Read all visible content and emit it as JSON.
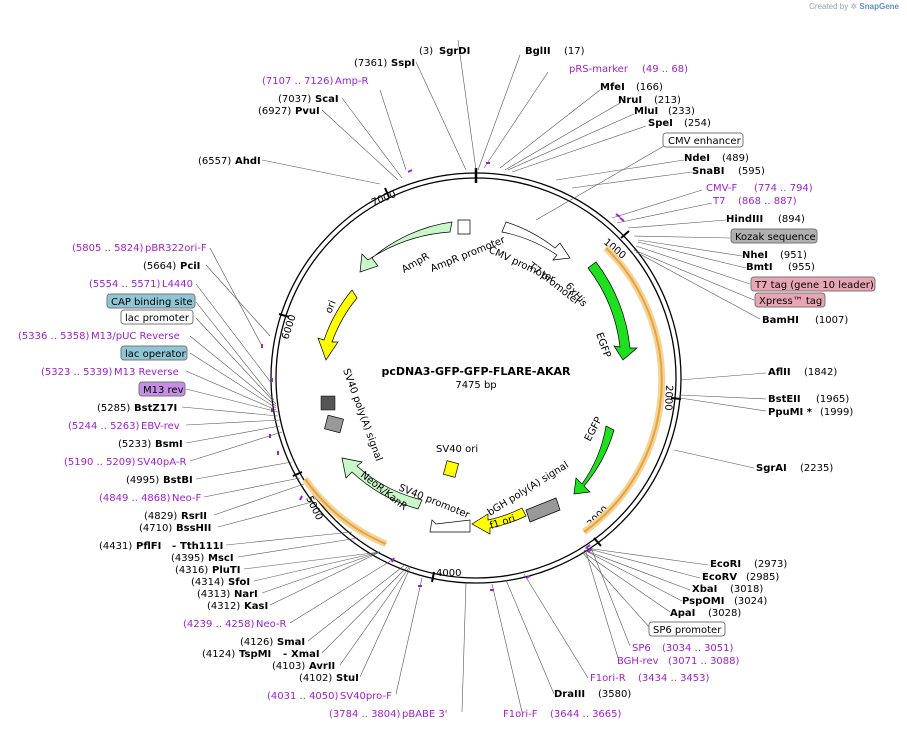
{
  "watermark": {
    "prefix": "Created by",
    "brand": "SnapGene"
  },
  "plasmid": {
    "name": "pcDNA3-GFP-GFP-FLARE-AKAR",
    "size_label": "7475 bp",
    "length": 7475
  },
  "ticks": [
    "1000",
    "2000",
    "3000",
    "4000",
    "5000",
    "6000",
    "7000"
  ],
  "features": [
    {
      "label": "CMV enhancer",
      "box": "#ffffff"
    },
    {
      "label": "Kozak sequence",
      "box": "#b0b0b0"
    },
    {
      "label": "T7 tag (gene 10 leader)",
      "box": "#e8a6b5"
    },
    {
      "label": "Xpress™ tag",
      "box": "#e8a6b5"
    },
    {
      "label": "SP6 promoter",
      "box": "#ffffff"
    },
    {
      "label": "CAP binding site",
      "box": "#8ec6d6"
    },
    {
      "label": "lac promoter",
      "box": "#ffffff"
    },
    {
      "label": "lac operator",
      "box": "#8ec6d6"
    },
    {
      "label": "M13 rev",
      "box": "#c58fe6"
    }
  ],
  "arcs": [
    {
      "label": "CMV promoter"
    },
    {
      "label": "T7 promoter"
    },
    {
      "label": "6xHis"
    },
    {
      "label": "EGFP"
    },
    {
      "label": "EGFP"
    },
    {
      "label": "bGH poly(A) signal"
    },
    {
      "label": "f1 ori"
    },
    {
      "label": "SV40 promoter"
    },
    {
      "label": "NeoR/KanR"
    },
    {
      "label": "SV40 poly(A) signal"
    },
    {
      "label": "SV40 ori"
    },
    {
      "label": "ori"
    },
    {
      "label": "AmpR"
    },
    {
      "label": "AmpR promoter"
    }
  ],
  "right_labels": [
    {
      "name": "BglII",
      "pos": "(17)"
    },
    {
      "name": "pRS-marker",
      "pos": "(49 .. 68)",
      "primer": true
    },
    {
      "name": "MfeI",
      "pos": "(166)"
    },
    {
      "name": "NruI",
      "pos": "(213)"
    },
    {
      "name": "MluI",
      "pos": "(233)"
    },
    {
      "name": "SpeI",
      "pos": "(254)"
    },
    {
      "name": "NdeI",
      "pos": "(489)"
    },
    {
      "name": "SnaBI",
      "pos": "(595)"
    },
    {
      "name": "CMV-F",
      "pos": "(774 .. 794)",
      "primer": true
    },
    {
      "name": "T7",
      "pos": "(868 .. 887)",
      "primer": true
    },
    {
      "name": "HindIII",
      "pos": "(894)"
    },
    {
      "name": "NheI",
      "pos": "(951)"
    },
    {
      "name": "BmtI",
      "pos": "(955)"
    },
    {
      "name": "BamHI",
      "pos": "(1007)"
    },
    {
      "name": "AflII",
      "pos": "(1842)"
    },
    {
      "name": "BstEII",
      "pos": "(1965)"
    },
    {
      "name": "PpuMI *",
      "pos": "(1999)"
    },
    {
      "name": "SgrAI",
      "pos": "(2235)"
    },
    {
      "name": "EcoRI",
      "pos": "(2973)"
    },
    {
      "name": "EcoRV",
      "pos": "(2985)"
    },
    {
      "name": "XbaI",
      "pos": "(3018)"
    },
    {
      "name": "PspOMI",
      "pos": "(3024)"
    },
    {
      "name": "ApaI",
      "pos": "(3028)"
    },
    {
      "name": "SP6",
      "pos": "(3034 .. 3051)",
      "primer": true
    },
    {
      "name": "BGH-rev",
      "pos": "(3071 .. 3088)",
      "primer": true
    },
    {
      "name": "F1ori-R",
      "pos": "(3434 .. 3453)",
      "primer": true
    },
    {
      "name": "DraIII",
      "pos": "(3580)"
    },
    {
      "name": "F1ori-F",
      "pos": "(3644 .. 3665)",
      "primer": true
    }
  ],
  "left_labels": [
    {
      "name": "SgrDI",
      "pos": "(3)"
    },
    {
      "name": "SspI",
      "pos": "(7361)"
    },
    {
      "name": "Amp-R",
      "pos": "(7107 .. 7126)",
      "primer": true
    },
    {
      "name": "ScaI",
      "pos": "(7037)"
    },
    {
      "name": "PvuI",
      "pos": "(6927)"
    },
    {
      "name": "AhdI",
      "pos": "(6557)"
    },
    {
      "name": "pBR322ori-F",
      "pos": "(5805 .. 5824)",
      "primer": true
    },
    {
      "name": "PciI",
      "pos": "(5664)"
    },
    {
      "name": "L4440",
      "pos": "(5554 .. 5571)",
      "primer": true
    },
    {
      "name": "M13/pUC Reverse",
      "pos": "(5336 .. 5358)",
      "primer": true
    },
    {
      "name": "M13 Reverse",
      "pos": "(5323 .. 5339)",
      "primer": true
    },
    {
      "name": "BstZ17I",
      "pos": "(5285)"
    },
    {
      "name": "EBV-rev",
      "pos": "(5244 .. 5263)",
      "primer": true
    },
    {
      "name": "BsmI",
      "pos": "(5233)"
    },
    {
      "name": "SV40pA-R",
      "pos": "(5190 .. 5209)",
      "primer": true
    },
    {
      "name": "BstBI",
      "pos": "(4995)"
    },
    {
      "name": "Neo-F",
      "pos": "(4849 .. 4868)",
      "primer": true
    },
    {
      "name": "RsrII",
      "pos": "(4829)"
    },
    {
      "name": "BssHII",
      "pos": "(4710)"
    },
    {
      "name": "PflFI",
      "pos": "(4431)"
    },
    {
      "name": "Tth111I",
      "pos": ""
    },
    {
      "name": "MscI",
      "pos": "(4395)"
    },
    {
      "name": "PluTI",
      "pos": "(4316)"
    },
    {
      "name": "SfoI",
      "pos": "(4314)"
    },
    {
      "name": "NarI",
      "pos": "(4313)"
    },
    {
      "name": "KasI",
      "pos": "(4312)"
    },
    {
      "name": "Neo-R",
      "pos": "(4239 .. 4258)",
      "primer": true
    },
    {
      "name": "SmaI",
      "pos": "(4126)"
    },
    {
      "name": "TspMI",
      "pos": "(4124)"
    },
    {
      "name": "XmaI",
      "pos": ""
    },
    {
      "name": "AvrII",
      "pos": "(4103)"
    },
    {
      "name": "StuI",
      "pos": "(4102)"
    },
    {
      "name": "SV40pro-F",
      "pos": "(4031 .. 4050)",
      "primer": true
    },
    {
      "name": "pBABE 3'",
      "pos": "(3784 .. 3804)",
      "primer": true
    }
  ],
  "colors": {
    "green": "#1fe01f",
    "light_green": "#c8f7c8",
    "yellow": "#ffff00",
    "gray": "#999999",
    "orange": "#e8a33a",
    "white": "#ffffff",
    "primer": "#a020d0"
  }
}
